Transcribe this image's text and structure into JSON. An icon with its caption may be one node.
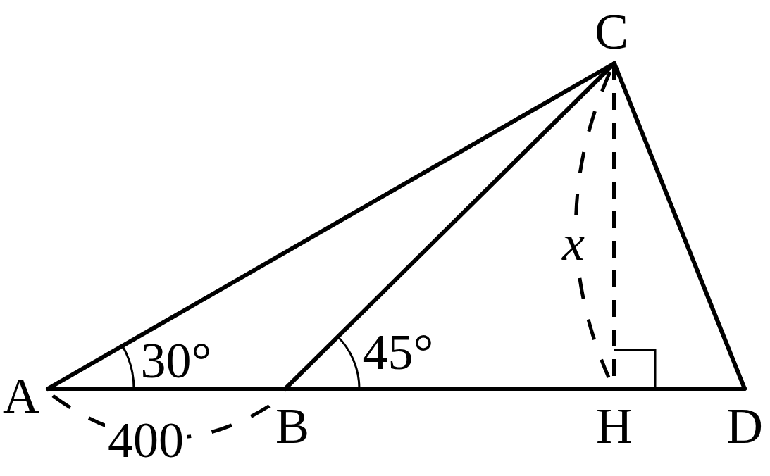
{
  "diagram": {
    "nodes": [
      {
        "text": [
          "C"
        ]
      },
      {
        "text": [
          "A"
        ]
      },
      {
        "text": [
          "B"
        ]
      },
      {
        "text": [
          "H"
        ]
      },
      {
        "text": [
          "D"
        ]
      }
    ],
    "edges": [
      {
        "from": 0,
        "to": 1,
        "arrow": "none"
      },
      {
        "from": 0,
        "to": 2,
        "arrow": "none"
      },
      {
        "from": 0,
        "to": 4,
        "arrow": "none"
      },
      {
        "from": 1,
        "to": 2,
        "arrow": "none"
      },
      {
        "from": 2,
        "to": 3,
        "arrow": "none"
      },
      {
        "from": 3,
        "to": 4,
        "arrow": "none"
      },
      {
        "from": 0,
        "to": 3,
        "arrow": "none",
        "style": "dashed"
      }
    ],
    "labels": [
      "30°",
      "45°",
      "x",
      "400"
    ]
  }
}
